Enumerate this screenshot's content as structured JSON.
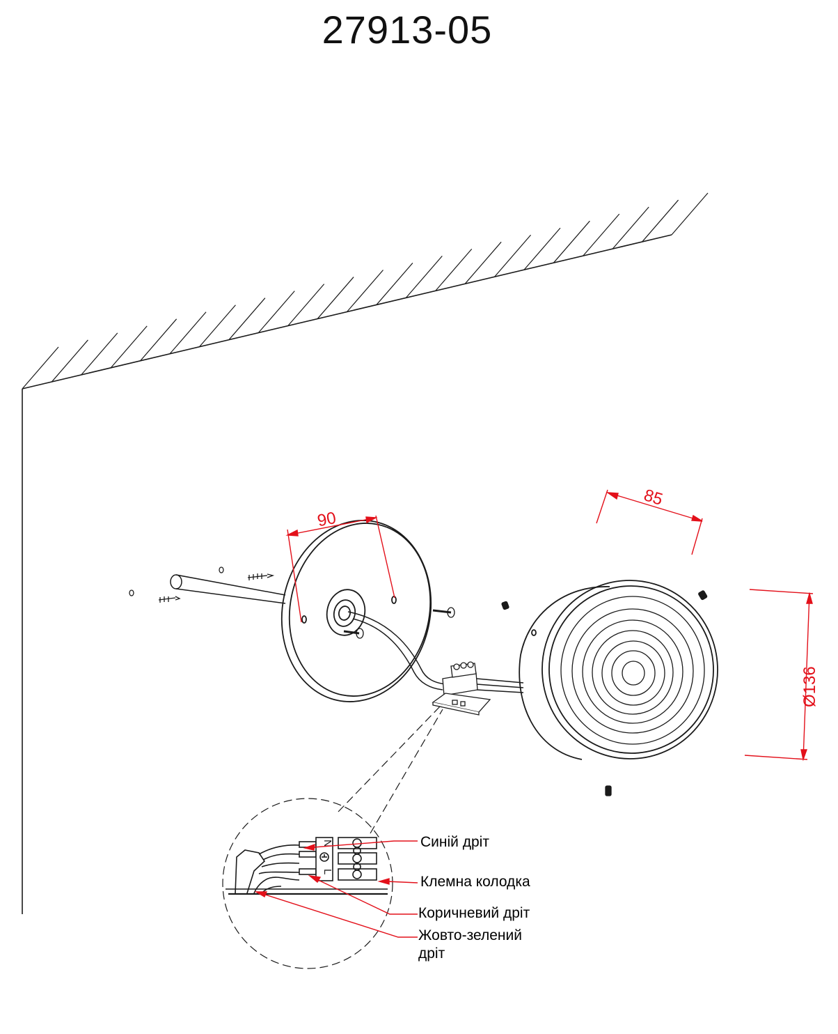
{
  "title": "27913-05",
  "dimensions": {
    "mount_holes": "90",
    "depth": "85",
    "diameter": "Ø136"
  },
  "terminal_letters": {
    "n": "N",
    "l": "L"
  },
  "callouts": {
    "blue_wire": "Синій дріт",
    "terminal_block": "Клемна колодка",
    "brown_wire": "Коричневий дріт",
    "ground_wire_line1": "Жовто-зелений",
    "ground_wire_line2": "дріт"
  },
  "colors": {
    "line": "#1a1a1a",
    "dimension": "#e3101a",
    "background": "#ffffff"
  }
}
